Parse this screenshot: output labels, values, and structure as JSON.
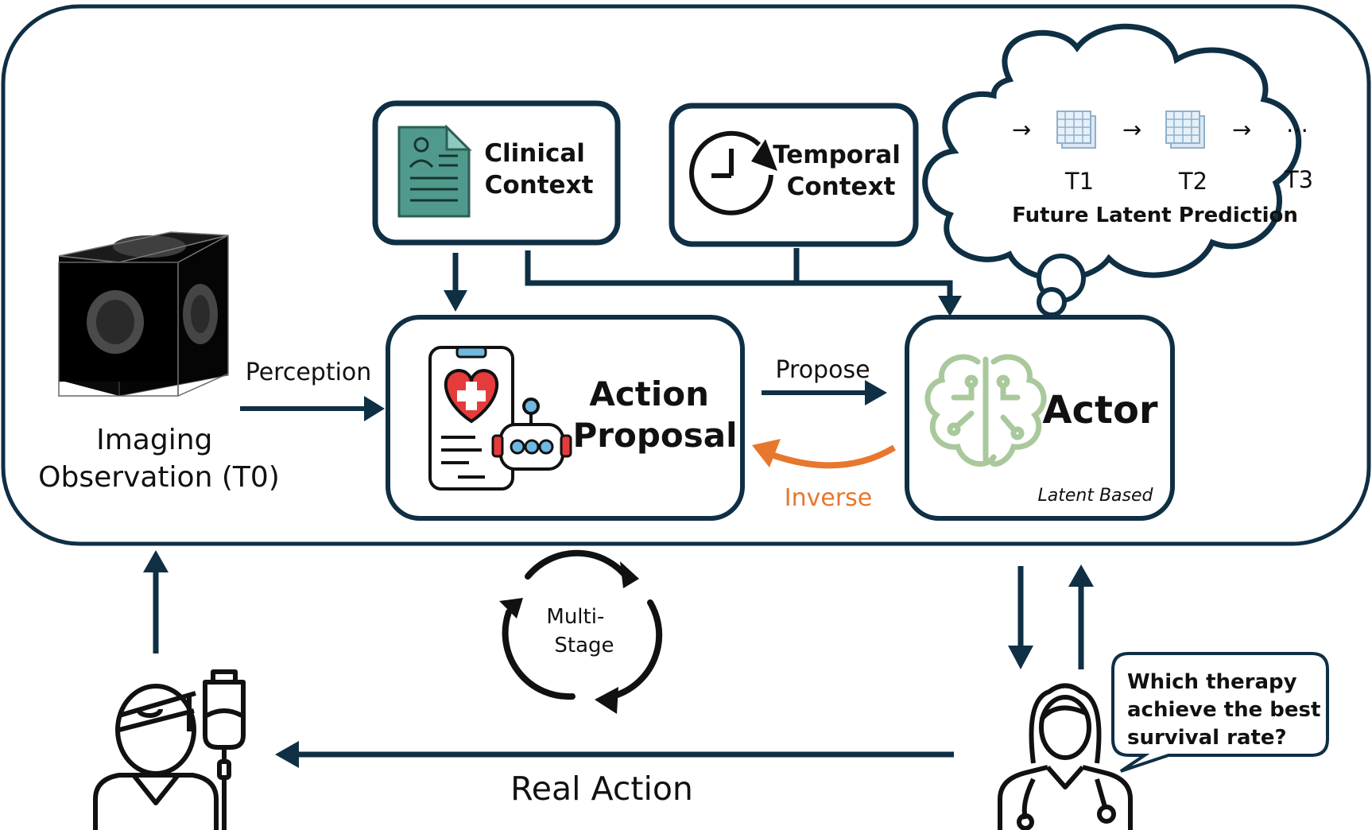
{
  "colors": {
    "navy": "#0f2f44",
    "ink": "#111111",
    "orange": "#e8772e",
    "teal": "#4f9a8c",
    "sage": "#a9c99c",
    "heart": "#e53b3b",
    "phone_blue": "#6fb8e0"
  },
  "nodes": {
    "clinical_context": "Clinical\nContext",
    "temporal_context": "Temporal\nContext",
    "action_proposal": "Action\nProposal",
    "actor": "Actor",
    "actor_tag": "Latent Based",
    "imaging_observation": "Imaging\nObservation (T0)"
  },
  "edges": {
    "perception": "Perception",
    "propose": "Propose",
    "inverse": "Inverse",
    "real_action": "Real Action",
    "multi_stage": "Multi-\nStage"
  },
  "thought_cloud": {
    "arrows": [
      "→",
      "→",
      "→"
    ],
    "ellipsis": "...",
    "steps": [
      "T1",
      "T2",
      "T3"
    ],
    "caption": "Future Latent Prediction"
  },
  "speech_bubble": {
    "question": "Which therapy\nachieve the best\nsurvival rate?"
  },
  "icons": [
    "brain-cube-icon",
    "clinical-document-icon",
    "clock-icon",
    "phone-health-robot-icon",
    "brain-circuit-icon",
    "latent-grid-icon",
    "patient-icon",
    "iv-drip-icon",
    "doctor-icon",
    "cycle-arrows-icon"
  ]
}
